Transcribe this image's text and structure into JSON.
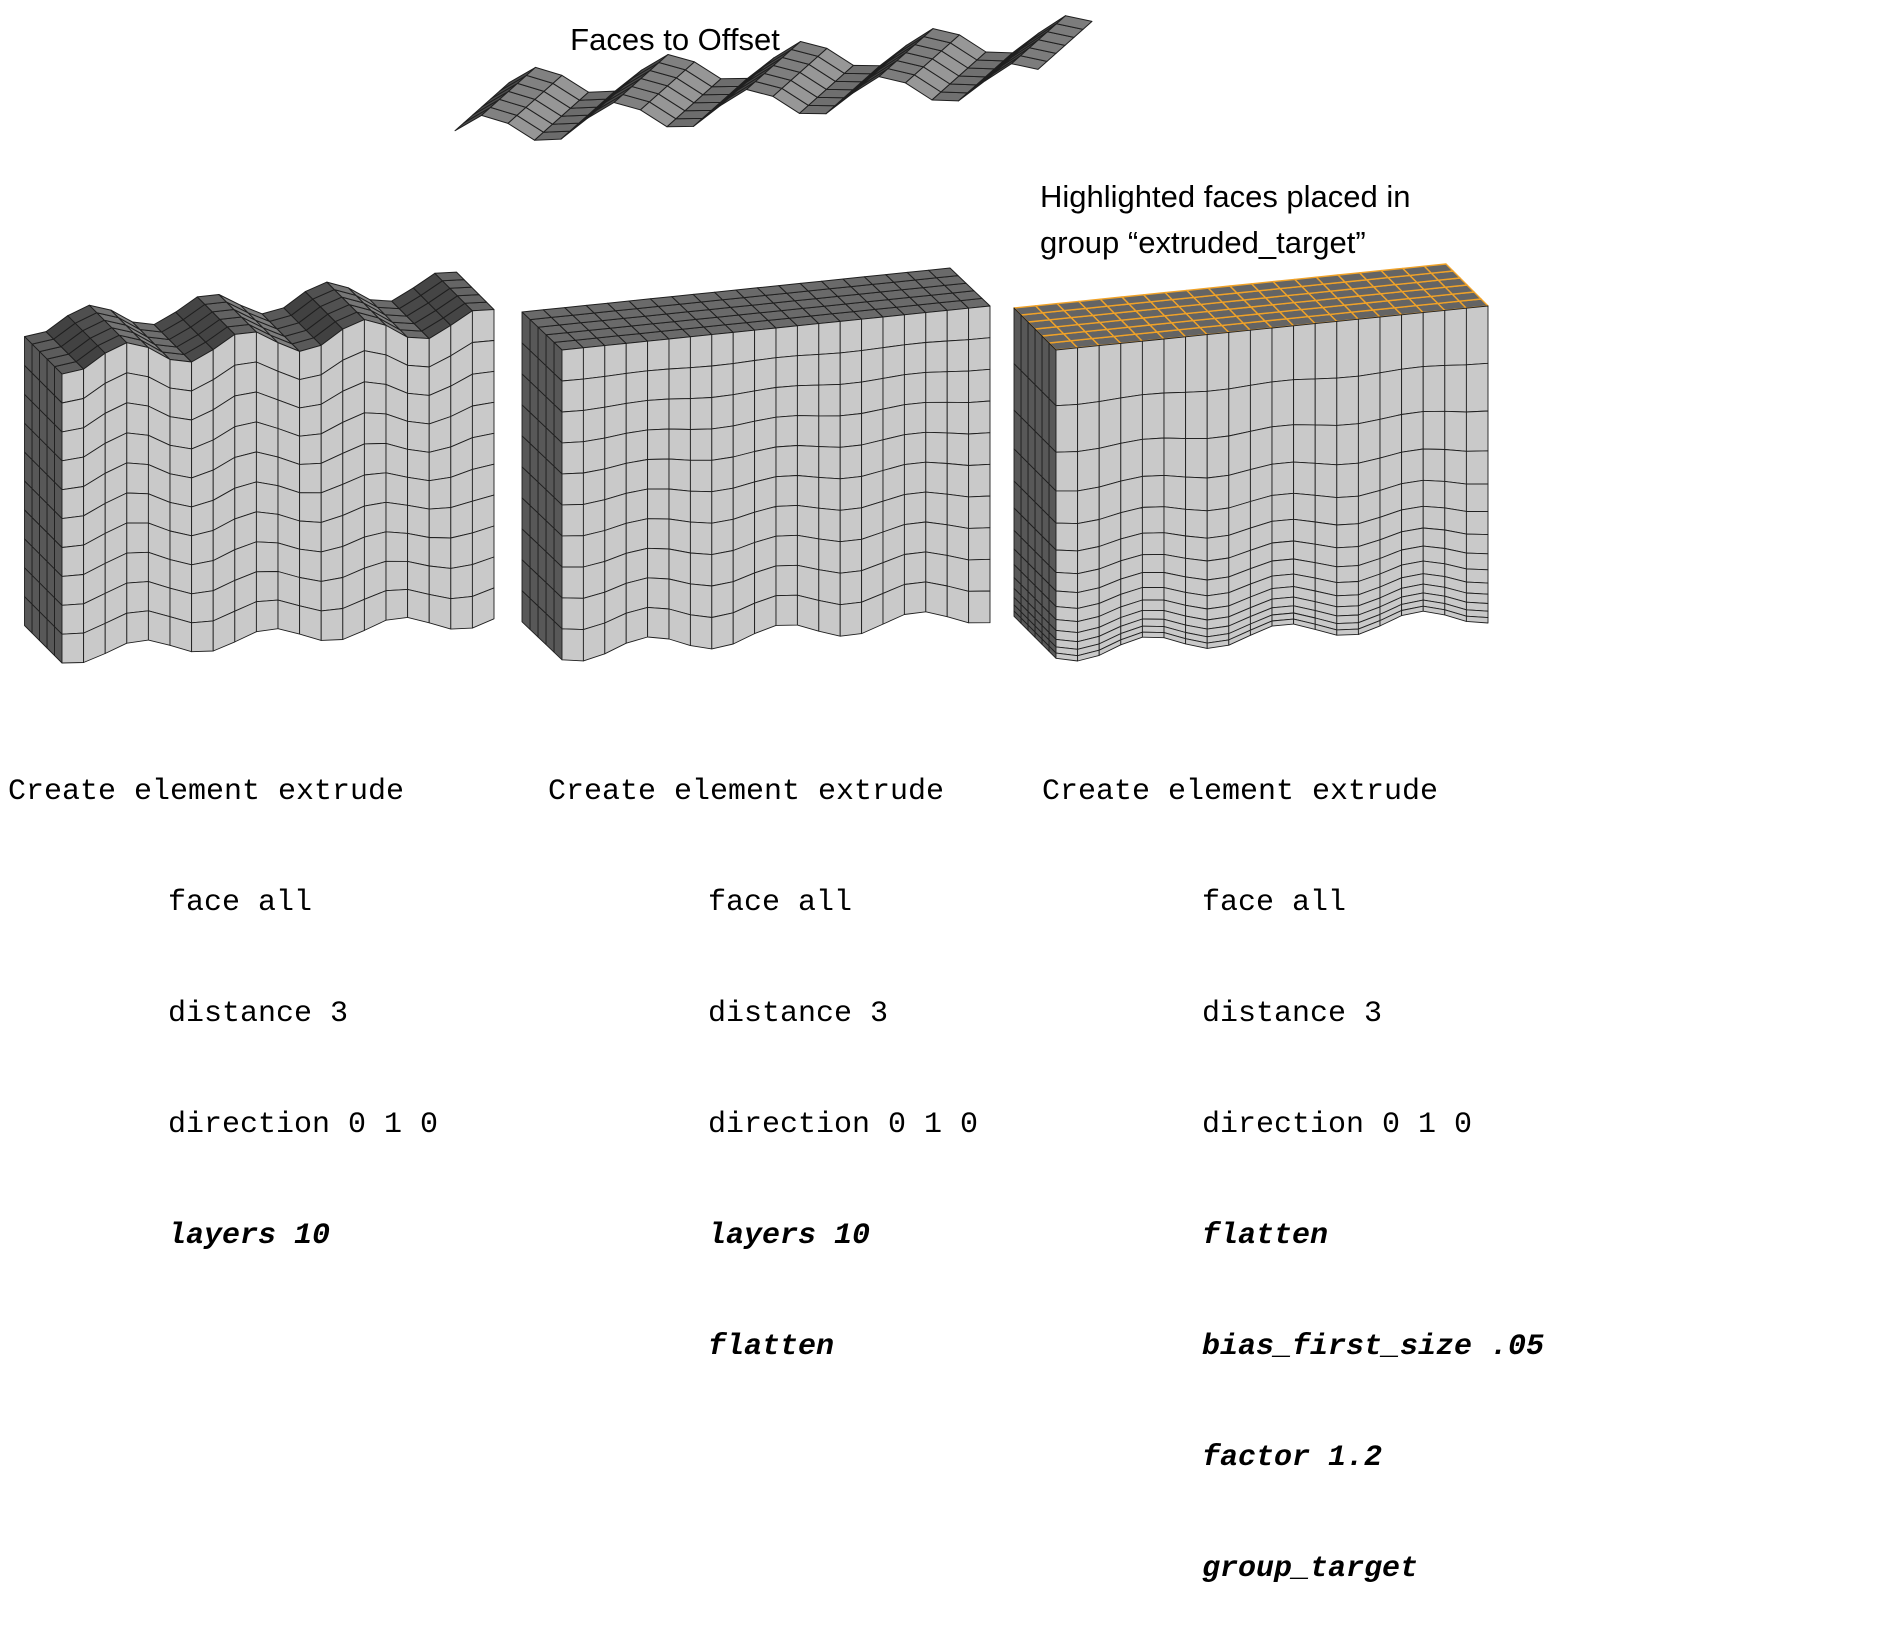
{
  "title": "Faces to Offset",
  "caption": {
    "line1": "Highlighted faces placed in",
    "line2": "group “extruded_target”"
  },
  "commands": {
    "left": {
      "l1": "Create element extrude",
      "l2": "face all",
      "l3": "distance 3",
      "l4": "direction 0 1 0",
      "l5": "layers 10"
    },
    "middle": {
      "l1": "Create element extrude",
      "l2": "face all",
      "l3": "distance 3",
      "l4": "direction 0 1 0",
      "l5": "layers 10",
      "l6": "flatten"
    },
    "right": {
      "l1": "Create element extrude",
      "l2": "face all",
      "l3": "distance 3",
      "l4": "direction 0 1 0",
      "l5": "flatten",
      "l6": "bias_first_size .05",
      "l7": "factor 1.2",
      "l8": "group_target"
    }
  },
  "colors": {
    "background": "#ffffff",
    "front_face": "#c9c9c9",
    "dark_face": "#6a6a6a",
    "side_face": "#585858",
    "edge": "#1f1f1f",
    "highlight": "#f0a228",
    "text": "#000000"
  }
}
